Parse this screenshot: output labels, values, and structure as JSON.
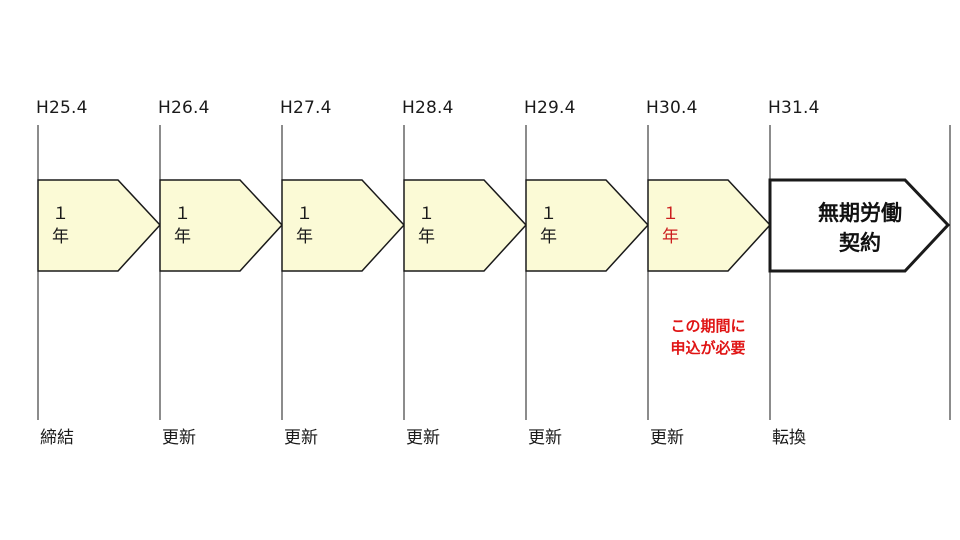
{
  "colors": {
    "arrow_fill": "#fbfad6",
    "final_fill": "#ffffff",
    "line": "#1a1a1a",
    "accent_red": "#e01414"
  },
  "timeline": {
    "dates": [
      "H25.4",
      "H26.4",
      "H27.4",
      "H28.4",
      "H29.4",
      "H30.4",
      "H31.4"
    ],
    "events": [
      "締結",
      "更新",
      "更新",
      "更新",
      "更新",
      "更新",
      "転換"
    ],
    "periods": [
      {
        "label": "１\n年",
        "highlight": false
      },
      {
        "label": "１\n年",
        "highlight": false
      },
      {
        "label": "１\n年",
        "highlight": false
      },
      {
        "label": "１\n年",
        "highlight": false
      },
      {
        "label": "１\n年",
        "highlight": false
      },
      {
        "label": "１\n年",
        "highlight": true
      }
    ],
    "final_period": {
      "label": "無期労働\n契約"
    },
    "note": "この期間に\n申込が必要"
  }
}
